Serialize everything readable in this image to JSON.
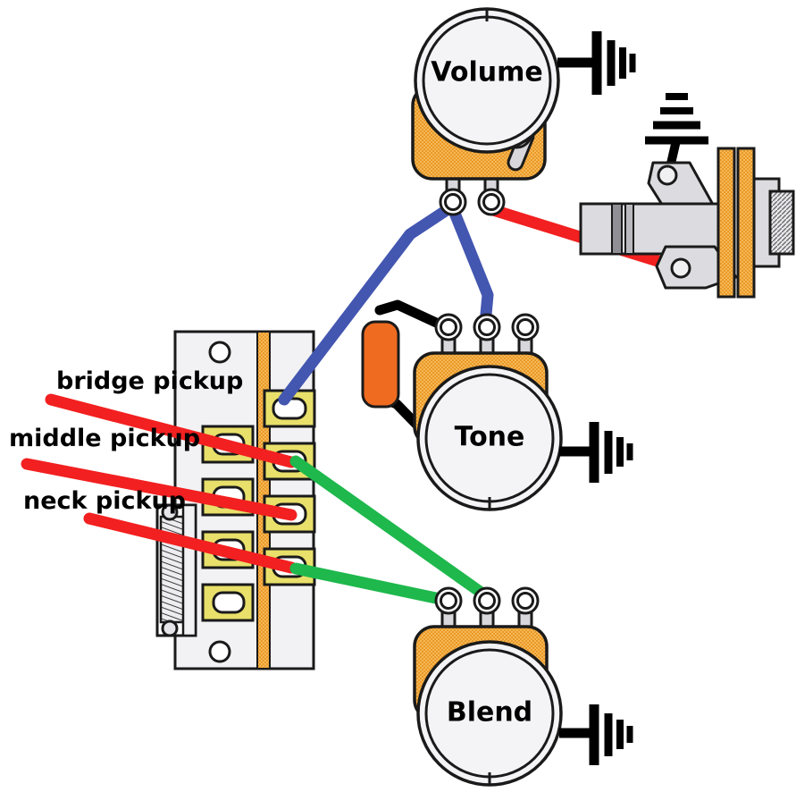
{
  "diagram": {
    "title": "Guitar wiring diagram - Volume, Tone, Blend with 5-way switch",
    "background_color": "#ffffff"
  },
  "colors": {
    "pot_body": "#f0a848",
    "pot_body_dots": "#e08a18",
    "knob_face": "#f4f4f6",
    "lug_metal": "#d8d8dc",
    "outline": "#1a1a1a",
    "wire_blue": "#4356b0",
    "wire_red": "#f22020",
    "wire_green": "#1eb84c",
    "wire_black": "#000000",
    "capacitor": "#ef6b20",
    "switch_plate": "#f2f2f4",
    "switch_lug": "#e8e06a",
    "switch_strip": "#f0a848"
  },
  "components": {
    "volume_pot": {
      "name": "Volume",
      "label": "Volume",
      "lugs": [
        {
          "id": "vol-lug-1",
          "name": "volume-lug-1"
        },
        {
          "id": "vol-lug-2",
          "name": "volume-lug-2"
        }
      ],
      "ground_symbol": "ground-icon"
    },
    "tone_pot": {
      "name": "Tone",
      "label": "Tone",
      "lugs": [
        {
          "id": "tone-lug-1",
          "name": "tone-lug-1"
        },
        {
          "id": "tone-lug-2",
          "name": "tone-lug-2"
        },
        {
          "id": "tone-lug-3",
          "name": "tone-lug-3"
        }
      ],
      "ground_symbol": "ground-icon"
    },
    "blend_pot": {
      "name": "Blend",
      "label": "Blend",
      "lugs": [
        {
          "id": "blend-lug-1",
          "name": "blend-lug-1"
        },
        {
          "id": "blend-lug-2",
          "name": "blend-lug-2"
        },
        {
          "id": "blend-lug-3",
          "name": "blend-lug-3"
        }
      ],
      "ground_symbol": "ground-icon"
    },
    "capacitor": {
      "name": "tone-capacitor",
      "color": "#ef6b20"
    },
    "output_jack": {
      "name": "output-jack",
      "ground_symbol": "ground-icon"
    },
    "pickup_switch": {
      "name": "five-way-pickup-selector-switch",
      "lug_rows": 5
    }
  },
  "labels": {
    "bridge_pickup": "bridge pickup",
    "middle_pickup": "middle pickup",
    "neck_pickup": "neck pickup"
  },
  "wires": [
    {
      "name": "wire-blue-volume-to-switch",
      "color": "#4356b0",
      "from": "volume-lug-1",
      "to": "switch-lug-row1"
    },
    {
      "name": "wire-blue-volume-to-tone",
      "color": "#4356b0",
      "from": "volume-lug-1",
      "to": "tone-lug-2"
    },
    {
      "name": "wire-red-volume-to-jack",
      "color": "#f22020",
      "from": "volume-lug-2",
      "to": "output-jack-tip"
    },
    {
      "name": "wire-green-switch-to-blend-2",
      "color": "#1eb84c",
      "from": "switch-lug-row2",
      "to": "blend-lug-2"
    },
    {
      "name": "wire-green-switch-to-blend-1",
      "color": "#1eb84c",
      "from": "switch-lug-row4",
      "to": "blend-lug-1"
    },
    {
      "name": "wire-red-bridge-pickup",
      "color": "#f22020",
      "from": "bridge-pickup",
      "to": "switch-lug-row2"
    },
    {
      "name": "wire-red-middle-pickup",
      "color": "#f22020",
      "from": "middle-pickup",
      "to": "switch-lug-row3"
    },
    {
      "name": "wire-red-neck-pickup",
      "color": "#f22020",
      "from": "neck-pickup",
      "to": "switch-lug-row4"
    },
    {
      "name": "wire-black-cap-to-tone-lug",
      "color": "#000000",
      "from": "tone-capacitor",
      "to": "tone-lug-1"
    },
    {
      "name": "wire-black-cap-to-tone-case",
      "color": "#000000",
      "from": "tone-capacitor",
      "to": "tone-pot-case"
    },
    {
      "name": "wire-black-jack-sleeve-ground",
      "color": "#000000",
      "from": "output-jack-sleeve",
      "to": "ground"
    }
  ]
}
